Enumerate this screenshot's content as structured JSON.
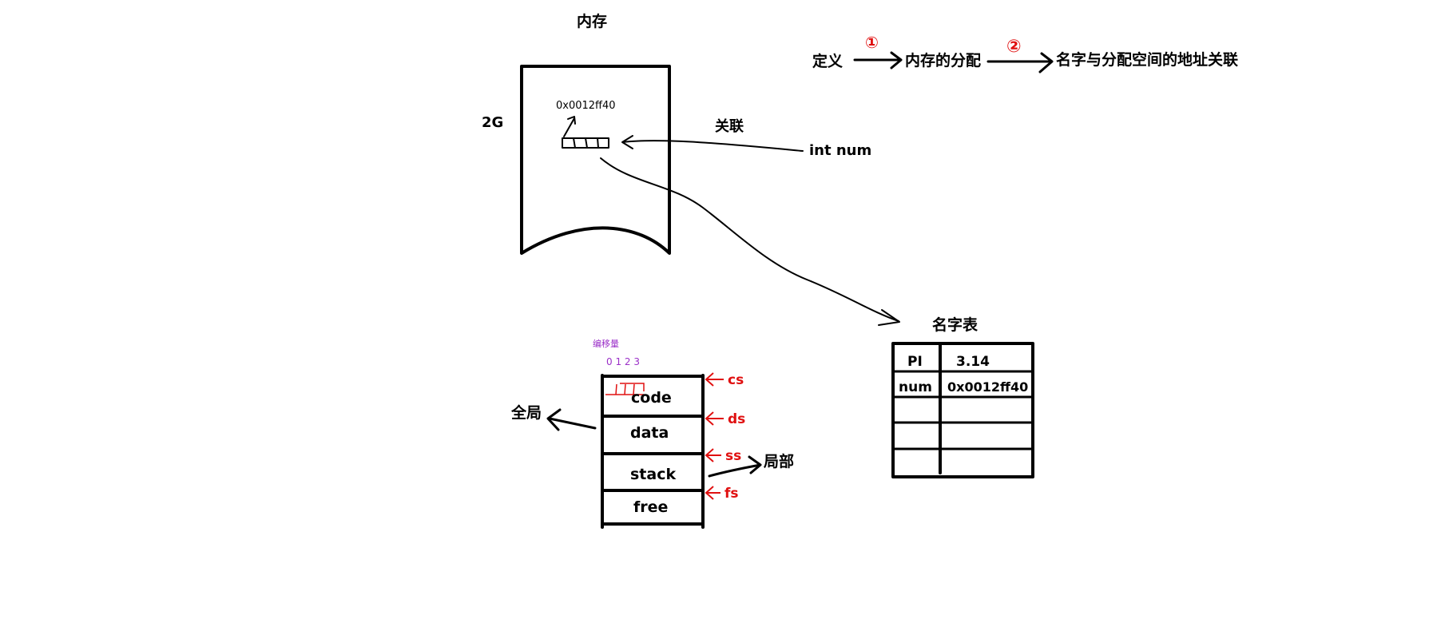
{
  "colors": {
    "ink": "#000000",
    "red": "#e01010",
    "purple": "#9b30c8",
    "background": "#ffffff"
  },
  "memory": {
    "title": "内存",
    "size_label": "2G",
    "address_label": "0x0012ff40",
    "association_label": "关联",
    "variable_label": "int num"
  },
  "flow": {
    "step_define": "定义",
    "step_alloc": "内存的分配",
    "step_link": "名字与分配空间的地址关联",
    "mark_one": "①",
    "mark_two": "②"
  },
  "name_table": {
    "title": "名字表",
    "rows": [
      {
        "name": "PI",
        "value": "3.14"
      },
      {
        "name": "num",
        "value": "0x0012ff40"
      },
      {
        "name": "",
        "value": ""
      },
      {
        "name": "",
        "value": ""
      },
      {
        "name": "",
        "value": ""
      }
    ]
  },
  "segments": {
    "offset_title": "编移量",
    "offset_digits": "0 1 2 3",
    "blocks": [
      "code",
      "data",
      "stack",
      "free"
    ],
    "registers": [
      "cs",
      "ds",
      "ss",
      "fs"
    ],
    "global_label": "全局",
    "local_label": "局部"
  }
}
